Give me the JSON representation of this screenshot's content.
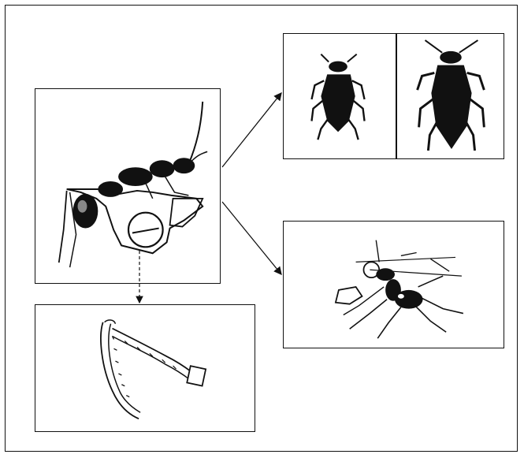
{
  "figure": {
    "colors": {
      "ink": "#111111",
      "paper": "#ffffff"
    },
    "panels": [
      {
        "id": "main",
        "icon": "ant-with-zoom-circle-icon"
      },
      {
        "id": "jaws",
        "icon": "mandibles-closeup-icon"
      },
      {
        "id": "prey-small",
        "icon": "beetle-silhouette-icon"
      },
      {
        "id": "prey-large",
        "icon": "cockroach-silhouette-icon"
      },
      {
        "id": "attack",
        "icon": "ant-attacking-prey-icon"
      }
    ],
    "arrows": [
      "main-to-prey",
      "main-to-attack",
      "zoom-to-jaws"
    ]
  }
}
